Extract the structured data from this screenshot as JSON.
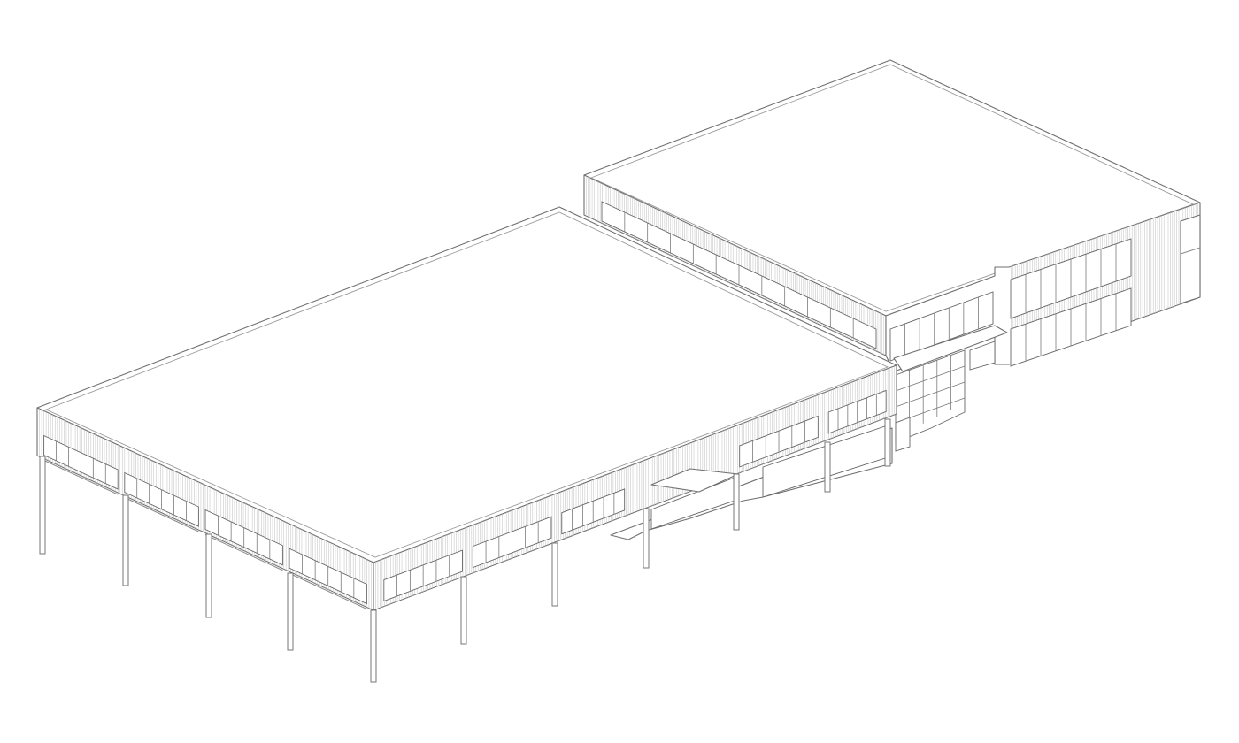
{
  "figure": {
    "type": "axonometric-line-drawing",
    "background": "#ffffff",
    "line_color": "#6f6f6f",
    "volumes": [
      "large-two-storey-block-on-columns",
      "rear-two-storey-block",
      "glazed-link"
    ]
  }
}
